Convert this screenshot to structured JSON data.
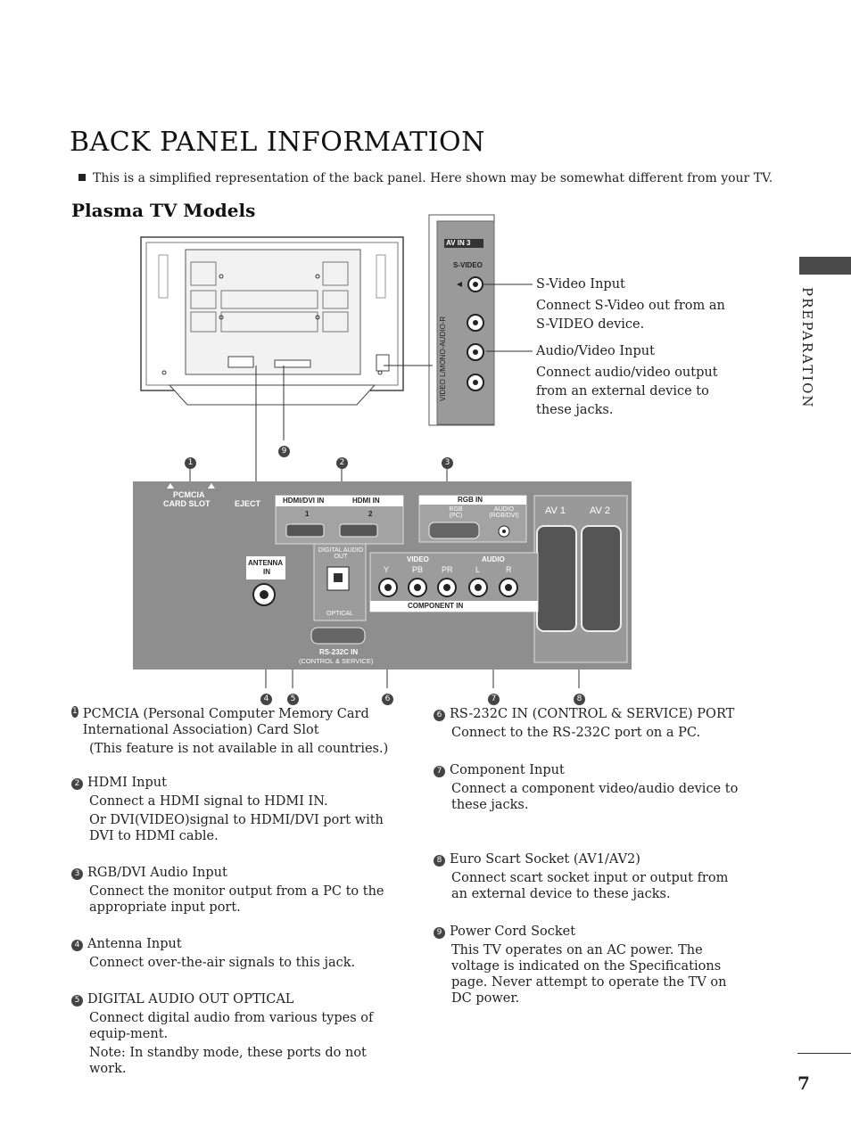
{
  "page": {
    "title": "BACK PANEL INFORMATION",
    "note": "This is a simplified representation of the back panel. Here shown may be somewhat different from your TV.",
    "subtitle": "Plasma TV Models",
    "side_label": "PREPARATION",
    "page_number": "7"
  },
  "callouts": {
    "svideo_title": "S-Video Input",
    "svideo_text": "Connect S-Video out from an S-VIDEO device.",
    "av_title": "Audio/Video Input",
    "av_text": "Connect audio/video output from an external device to these jacks."
  },
  "diagram": {
    "av_in3": "AV IN 3",
    "svideo": "S-VIDEO",
    "video_mono_audio": "VIDEO L/MONO-AUDIO-R",
    "pcmcia": "PCMCIA",
    "card_slot": "CARD SLOT",
    "eject": "EJECT",
    "hdmi_dvi_in": "HDMI/DVI IN",
    "hdmi_in": "HDMI IN",
    "hdmi1": "1",
    "hdmi2": "2",
    "rgb_in": "RGB IN",
    "rgb_pc": "RGB (PC)",
    "audio_rgb_dvi": "AUDIO (RGB/DVI)",
    "av1": "AV 1",
    "av2": "AV 2",
    "antenna": "ANTENNA",
    "antenna_in": "IN",
    "digital_audio_out": "DIGITAL AUDIO OUT",
    "optical": "OPTICAL",
    "video": "VIDEO",
    "audio": "AUDIO",
    "y": "Y",
    "pb": "PB",
    "pr": "PR",
    "l": "L",
    "r": "R",
    "component_in": "COMPONENT IN",
    "rs232c_in": "RS-232C IN",
    "control_service": "(CONTROL & SERVICE)",
    "markers": [
      "1",
      "2",
      "3",
      "4",
      "5",
      "6",
      "7",
      "8",
      "9"
    ]
  },
  "items_left": [
    {
      "num": "1",
      "title": "PCMCIA (Personal Computer Memory Card International Association) Card Slot",
      "lines": [
        "(This feature is not available in all countries.)"
      ]
    },
    {
      "num": "2",
      "title": "HDMI Input",
      "lines": [
        "Connect a HDMI signal to HDMI IN.",
        "Or DVI(VIDEO)signal to HDMI/DVI port with DVI to HDMI cable."
      ]
    },
    {
      "num": "3",
      "title": "RGB/DVI Audio Input",
      "lines": [
        "Connect the monitor output from a PC to the appropriate input port."
      ]
    },
    {
      "num": "4",
      "title": "Antenna Input",
      "lines": [
        "Connect over-the-air signals to this jack."
      ]
    },
    {
      "num": "5",
      "title": "DIGITAL AUDIO OUT OPTICAL",
      "lines": [
        "Connect digital audio from various types of equip-ment.",
        "Note: In standby mode, these ports do not work."
      ]
    }
  ],
  "items_right": [
    {
      "num": "6",
      "title": "RS-232C IN (CONTROL & SERVICE) PORT",
      "lines": [
        "Connect to the RS-232C port on a PC."
      ]
    },
    {
      "num": "7",
      "title": "Component Input",
      "lines": [
        "Connect a component video/audio device to these jacks."
      ]
    },
    {
      "num": "8",
      "title": "Euro Scart Socket (AV1/AV2)",
      "lines": [
        "Connect scart socket input or output from an external device to these jacks."
      ]
    },
    {
      "num": "9",
      "title": "Power Cord Socket",
      "lines": [
        "This TV operates on an AC power. The voltage is indicated on the Specifications page. Never attempt to operate the TV on DC power."
      ]
    }
  ]
}
